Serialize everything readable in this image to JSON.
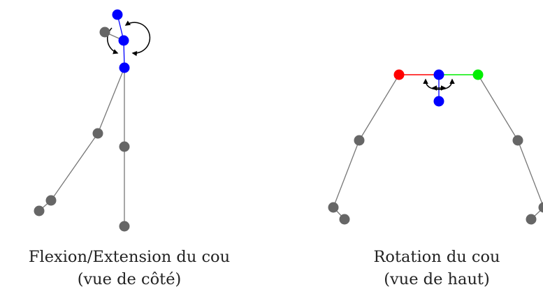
{
  "panels": [
    {
      "title": "Flexion/Extension du cou",
      "subtitle": "(vue de côté)"
    },
    {
      "title": "Rotation du cou",
      "subtitle": "(vue de haut)"
    }
  ],
  "colors": {
    "joint_grey": "#666666",
    "neck_blue": "#0000ff",
    "left_shoulder_red": "#ff0000",
    "right_shoulder_green": "#00ee00",
    "bone_grey": "#777777",
    "arrow_black": "#000000"
  }
}
